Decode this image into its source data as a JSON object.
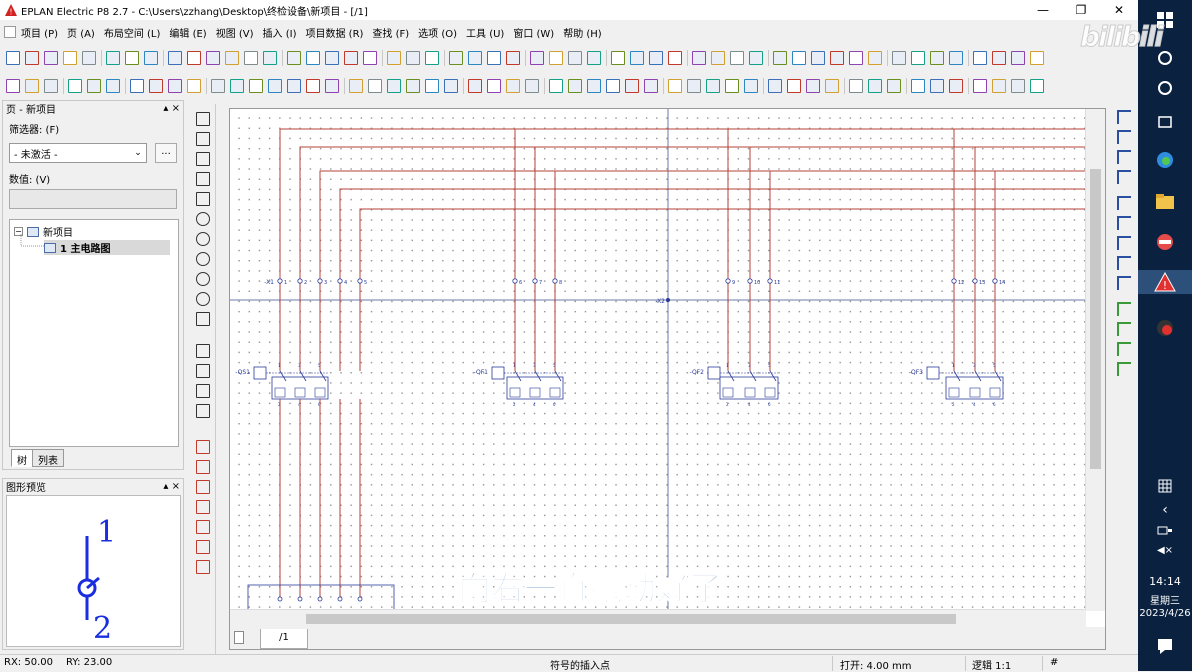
{
  "window": {
    "title": "EPLAN Electric P8 2.7 - C:\\Users\\zzhang\\Desktop\\终检设备\\新项目 - [/1]",
    "minimize": "—",
    "maximize": "❐",
    "close": "✕"
  },
  "menu": [
    "项目 (P)",
    "页 (A)",
    "布局空间 (L)",
    "编辑 (E)",
    "视图 (V)",
    "插入 (I)",
    "项目数据 (R)",
    "查找 (F)",
    "选项 (O)",
    "工具 (U)",
    "窗口 (W)",
    "帮助 (H)"
  ],
  "left_panel": {
    "title": "页 - 新项目",
    "pin": "▴ ×",
    "filter_label": "筛选器: (F)",
    "filter_value": "- 未激活 -",
    "filter_button": "...",
    "value_label": "数值: (V)",
    "value_field": "",
    "tree": {
      "root": "新项目",
      "child": "1 主电路图"
    },
    "tabs": [
      "树",
      "列表"
    ]
  },
  "preview_panel": {
    "title": "图形预览",
    "pin": "▴ ×",
    "pin_top": "1",
    "pin_bottom": "2"
  },
  "canvas": {
    "terminal_strip": "-X1",
    "terminals": [
      "1",
      "2",
      "3",
      "4",
      "5",
      "6",
      "7",
      "8",
      "9",
      "10",
      "11",
      "12",
      "13",
      "14"
    ],
    "center_label": "-X2",
    "breakers": [
      "-QS1",
      "-QF1",
      "-QF2",
      "-QF3"
    ],
    "page_tab": "/1"
  },
  "status": {
    "rx": "RX: 50.00",
    "ry": "RY: 23.00",
    "hint": "符号的插入点",
    "grid": "打开: 4.00 mm",
    "logic": "逻辑 1:1",
    "hash": "#"
  },
  "subtitle": "向右一直拖动好了",
  "taskbar": {
    "time": "14:14",
    "weekday": "星期三",
    "date": "2023/4/26"
  },
  "watermark": "bilibili",
  "colors": {
    "wire": "#b4423a",
    "symbol": "#2a3a9a",
    "taskbar": "#0a2240"
  }
}
